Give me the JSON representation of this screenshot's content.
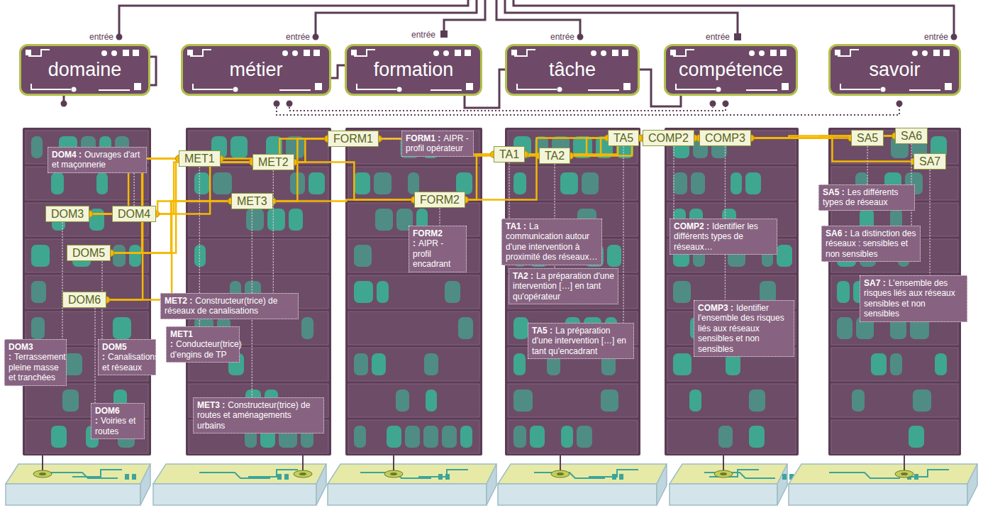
{
  "diagram": {
    "nodes": [
      {
        "text": [
          "domaine"
        ]
      },
      {
        "text": [
          "métier"
        ]
      },
      {
        "text": [
          "formation"
        ]
      },
      {
        "text": [
          "tâche"
        ]
      },
      {
        "text": [
          "compétence"
        ]
      },
      {
        "text": [
          "savoir"
        ]
      },
      {
        "text": [
          "DOM4 :",
          "Ouvrages d'art et maçonnerie"
        ]
      },
      {
        "text": [
          "DOM3"
        ]
      },
      {
        "text": [
          "DOM4"
        ]
      },
      {
        "text": [
          "DOM5"
        ]
      },
      {
        "text": [
          "DOM6"
        ]
      },
      {
        "text": [
          "DOM3 :",
          "Terrassement pleine masse et tranchées"
        ]
      },
      {
        "text": [
          "DOM5 :",
          "Canalisations et réseaux"
        ]
      },
      {
        "text": [
          "DOM6 :",
          "Voiries et routes"
        ]
      },
      {
        "text": [
          "MET1"
        ]
      },
      {
        "text": [
          "MET2"
        ]
      },
      {
        "text": [
          "MET3"
        ]
      },
      {
        "text": [
          "MET2 :",
          "Constructeur(trice) de réseaux de canalisations"
        ]
      },
      {
        "text": [
          "MET1 :",
          "Conducteur(trice) d'engins de TP"
        ]
      },
      {
        "text": [
          "MET3 :",
          "Constructeur(trice) de routes et aménagements urbains"
        ]
      },
      {
        "text": [
          "FORM1"
        ]
      },
      {
        "text": [
          "FORM1 :",
          "AIPR - profil opérateur"
        ]
      },
      {
        "text": [
          "FORM2"
        ]
      },
      {
        "text": [
          "FORM2 :",
          "AIPR - profil encadrant"
        ]
      },
      {
        "text": [
          "TA1"
        ]
      },
      {
        "text": [
          "TA2"
        ]
      },
      {
        "text": [
          "TA5"
        ]
      },
      {
        "text": [
          "TA1 :",
          "La communication autour d'une intervention à proximité des réseaux…"
        ]
      },
      {
        "text": [
          "TA2 :",
          "La préparation d'une intervention […] en tant qu'opérateur"
        ]
      },
      {
        "text": [
          "TA5 :",
          "La préparation d'une intervention […] en tant qu'encadrant"
        ]
      },
      {
        "text": [
          "COMP2"
        ]
      },
      {
        "text": [
          "COMP3"
        ]
      },
      {
        "text": [
          "COMP2 :",
          "Identifier les différents types de réseaux…"
        ]
      },
      {
        "text": [
          "COMP3 :",
          "Identifier l'ensemble des risques liés aux réseaux sensibles et non sensibles"
        ]
      },
      {
        "text": [
          "SA5"
        ]
      },
      {
        "text": [
          "SA6"
        ]
      },
      {
        "text": [
          "SA7"
        ]
      },
      {
        "text": [
          "SA5 :",
          "Les différents types de réseaux"
        ]
      },
      {
        "text": [
          "SA6 :",
          "La distinction des réseaux : sensibles et non sensibles"
        ]
      },
      {
        "text": [
          "SA7 :",
          "L'ensemble des risques liés aux réseaux sensibles et non sensibles"
        ]
      }
    ],
    "edges": [
      {
        "from": 14,
        "to": 7,
        "arrow": "none"
      },
      {
        "from": 14,
        "to": 9,
        "arrow": "none"
      },
      {
        "from": 14,
        "to": 10,
        "arrow": "none"
      },
      {
        "from": 15,
        "to": 7,
        "arrow": "none"
      },
      {
        "from": 15,
        "to": 8,
        "arrow": "none"
      },
      {
        "from": 15,
        "to": 9,
        "arrow": "none"
      },
      {
        "from": 16,
        "to": 7,
        "arrow": "none"
      },
      {
        "from": 16,
        "to": 9,
        "arrow": "none"
      },
      {
        "from": 16,
        "to": 10,
        "arrow": "none"
      },
      {
        "from": 14,
        "to": 20,
        "arrow": "none"
      },
      {
        "from": 15,
        "to": 20,
        "arrow": "none"
      },
      {
        "from": 16,
        "to": 20,
        "arrow": "none"
      },
      {
        "from": 15,
        "to": 22,
        "arrow": "none"
      },
      {
        "from": 16,
        "to": 22,
        "arrow": "none"
      },
      {
        "from": 20,
        "to": 24,
        "arrow": "none"
      },
      {
        "from": 20,
        "to": 25,
        "arrow": "none"
      },
      {
        "from": 22,
        "to": 24,
        "arrow": "none"
      },
      {
        "from": 22,
        "to": 26,
        "arrow": "none"
      },
      {
        "from": 24,
        "to": 30,
        "arrow": "none"
      },
      {
        "from": 24,
        "to": 31,
        "arrow": "none"
      },
      {
        "from": 25,
        "to": 30,
        "arrow": "none"
      },
      {
        "from": 25,
        "to": 31,
        "arrow": "none"
      },
      {
        "from": 26,
        "to": 30,
        "arrow": "none"
      },
      {
        "from": 26,
        "to": 31,
        "arrow": "none"
      },
      {
        "from": 30,
        "to": 34,
        "arrow": "none"
      },
      {
        "from": 30,
        "to": 35,
        "arrow": "none"
      },
      {
        "from": 31,
        "to": 35,
        "arrow": "none"
      },
      {
        "from": 31,
        "to": 36,
        "arrow": "none"
      },
      {
        "from": 8,
        "to": 6,
        "arrow": "none"
      },
      {
        "from": 7,
        "to": 11,
        "arrow": "none"
      },
      {
        "from": 9,
        "to": 12,
        "arrow": "none"
      },
      {
        "from": 10,
        "to": 13,
        "arrow": "none"
      },
      {
        "from": 15,
        "to": 17,
        "arrow": "none"
      },
      {
        "from": 14,
        "to": 18,
        "arrow": "none"
      },
      {
        "from": 16,
        "to": 19,
        "arrow": "none"
      },
      {
        "from": 20,
        "to": 21,
        "arrow": "none"
      },
      {
        "from": 22,
        "to": 23,
        "arrow": "none"
      },
      {
        "from": 24,
        "to": 27,
        "arrow": "none"
      },
      {
        "from": 25,
        "to": 28,
        "arrow": "none"
      },
      {
        "from": 26,
        "to": 29,
        "arrow": "none"
      },
      {
        "from": 30,
        "to": 32,
        "arrow": "none"
      },
      {
        "from": 31,
        "to": 33,
        "arrow": "none"
      },
      {
        "from": 34,
        "to": 37,
        "arrow": "none"
      },
      {
        "from": 35,
        "to": 38,
        "arrow": "none"
      },
      {
        "from": 36,
        "to": 39,
        "arrow": "none"
      }
    ],
    "labels": [
      "entrée",
      "entrée",
      "entrée",
      "entrée",
      "entrée",
      "entrée"
    ]
  }
}
